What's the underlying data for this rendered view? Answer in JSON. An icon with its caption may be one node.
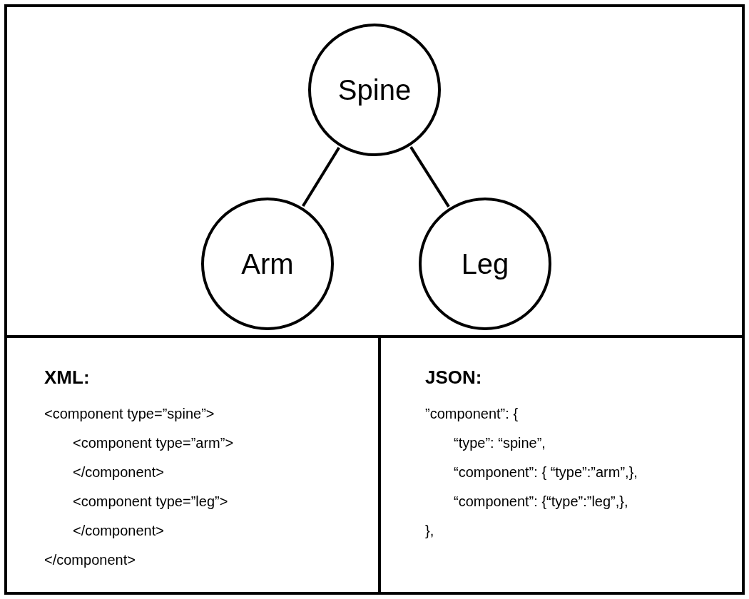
{
  "diagram": {
    "nodes": [
      {
        "text": [
          "Spine"
        ]
      },
      {
        "text": [
          "Arm"
        ]
      },
      {
        "text": [
          "Leg"
        ]
      },
      {
        "text": [
          "XML:",
          "<component type=”spine”>",
          "<component type=”arm”>",
          "</component>",
          "<component type=”leg”>",
          "</component>",
          "</component>"
        ]
      },
      {
        "text": [
          "JSON:",
          "”component”: {",
          "“type”: “spine”,",
          "“component”: { “type”:”arm”,},",
          "“component”: {“type”:”leg”,},",
          "},"
        ]
      }
    ],
    "edges": [
      {
        "from": 0,
        "to": 1,
        "arrow": "none"
      },
      {
        "from": 0,
        "to": 2,
        "arrow": "none"
      }
    ]
  }
}
